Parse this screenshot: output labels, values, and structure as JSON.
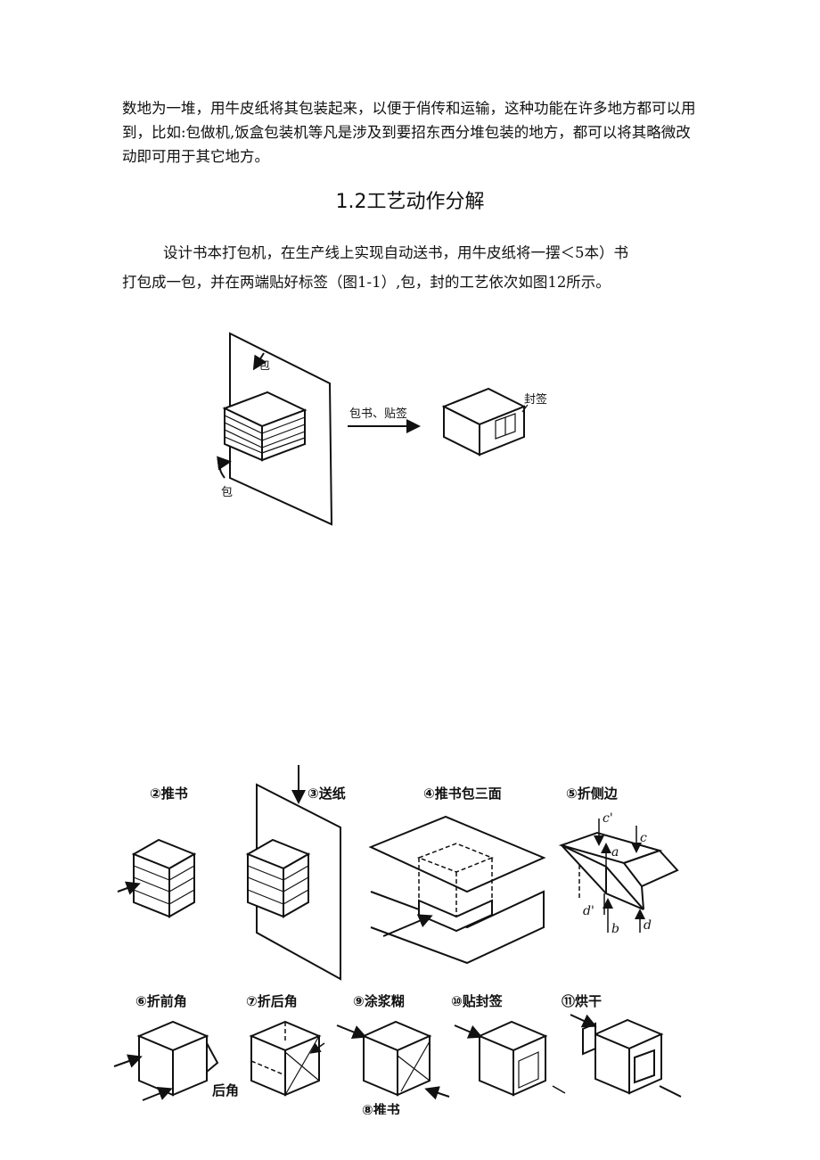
{
  "text": {
    "para1": "数地为一堆，用牛皮纸将其包装起来，以便于俏传和运输，这种功能在许多地方都可以用到，比如:包做机,饭盒包装机等凡是涉及到要招东西分堆包装的地方，都可以将其略微改动即可用于其它地方。",
    "heading": "1.2工艺动作分解",
    "para2_line1": "设计书本打包机，在生产线上实现自动送书，用牛皮纸将一摆＜5本）书",
    "para2_line2": "打包成一包，并在两端贴好标签（图1-1）,包，封的工艺依次如图12所示。"
  },
  "figure1": {
    "wrap_top": "包",
    "wrap_bottom": "包",
    "process": "包书、贴签",
    "seal": "封签"
  },
  "figure2": {
    "steps": [
      "②推书",
      "③送纸",
      "④推书包三面",
      "⑤折侧边",
      "⑥折前角",
      "⑦折后角",
      "⑨涂浆糊",
      "⑩贴封签",
      "⑪烘干"
    ],
    "step8": "⑧推书",
    "rear_corner": "后角",
    "fold_marks": [
      "c'",
      "c",
      "a",
      "d'",
      "b",
      "d"
    ]
  }
}
